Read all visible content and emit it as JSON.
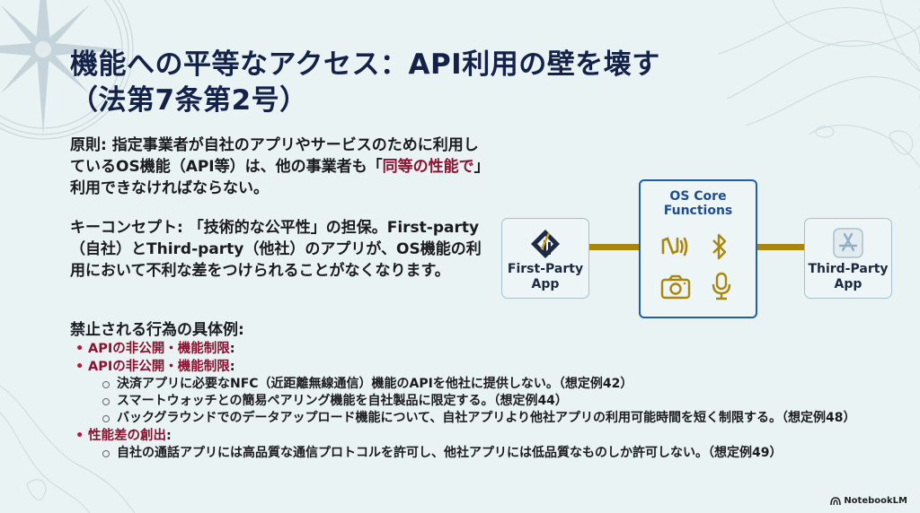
{
  "slide": {
    "title_line1": "機能への平等なアクセス：API利用の壁を壊す",
    "title_line2": "（法第7条第2号）",
    "principle": {
      "text_before": "原則: 指定事業者が自社のアプリやサービスのために利用しているOS機能（API等）は、他の事業者も「",
      "highlight": "同等の性能で",
      "text_after": "」利用できなければならない。"
    },
    "key_concept": "キーコンセプト: 「技術的な公平性」の担保。First-party（自社）とThird-party（他社）のアプリが、OS機能の利用において不利な差をつけられることがなくなります。",
    "examples_heading": "禁止される行為の具体例:",
    "categories": [
      {
        "label": "APIの非公開・機能制限",
        "items": []
      },
      {
        "label": "APIの非公開・機能制限",
        "items": [
          "決済アプリに必要なNFC（近距離無線通信）機能のAPIを他社に提供しない。（想定例42）",
          "スマートウォッチとの簡易ペアリング機能を自社製品に限定する。（想定例44）",
          "バックグラウンドでのデータアップロード機能について、自社アプリより他社アプリの利用可能時間を短く制限する。（想定例48）"
        ]
      },
      {
        "label": "性能差の創出",
        "items": [
          "自社の通話アプリには高品質な通信プロトコルを許可し、他社アプリには低品質なものしか許可しない。（想定例49）"
        ]
      }
    ],
    "bullet": "•",
    "colon": ":"
  },
  "diagram": {
    "first_party_label": "First-Party App",
    "core_title_line1": "OS Core",
    "core_title_line2": "Functions",
    "third_party_label": "Third-Party App",
    "core_icons": [
      "nfc-icon",
      "bluetooth-icon",
      "camera-icon",
      "microphone-icon"
    ],
    "colors": {
      "connector": "#a8870f",
      "core_border": "#1f5fa8",
      "icon": "#a8870f",
      "highlight": "#8a1230",
      "title": "#14224a"
    }
  },
  "branding": {
    "label": "NotebookLM"
  }
}
